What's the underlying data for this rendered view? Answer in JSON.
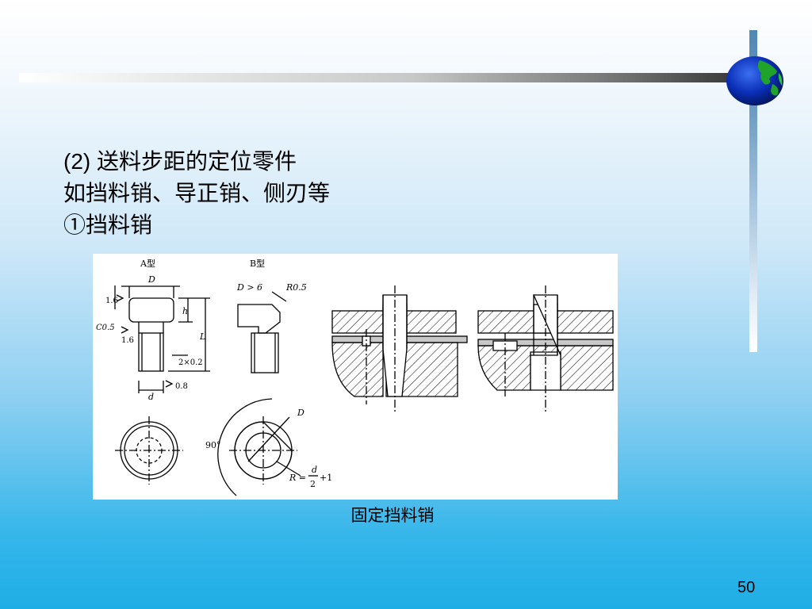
{
  "slide": {
    "title_lines": [
      {
        "prefix": "(2) ",
        "text": "送料步距的定位零件"
      },
      {
        "prefix": "",
        "text": "如挡料销、导正销、侧刃等"
      },
      {
        "prefix": "",
        "text": "①挡料销"
      }
    ],
    "caption": "固定挡料销",
    "page_number": "50"
  },
  "figure": {
    "type_a_label": "A型",
    "type_b_label": "B型",
    "dim_D": "D",
    "dim_d": "d",
    "dim_h": "h",
    "dim_L": "L",
    "rough_16a": "1.6",
    "rough_16b": "1.6",
    "rough_08": "0.8",
    "chamfer": "C0.5",
    "tol_2x02": "2×0.2",
    "cond_D6": "D > 6",
    "r05": "R0.5",
    "angle90": "90°",
    "dim_D_b": "D",
    "formula_R": "R =",
    "formula_num": "d",
    "formula_den": "2",
    "formula_plus": "+1"
  },
  "colors": {
    "accent_bar": "#4f88b4",
    "background_bottom": "#1eaee6"
  }
}
